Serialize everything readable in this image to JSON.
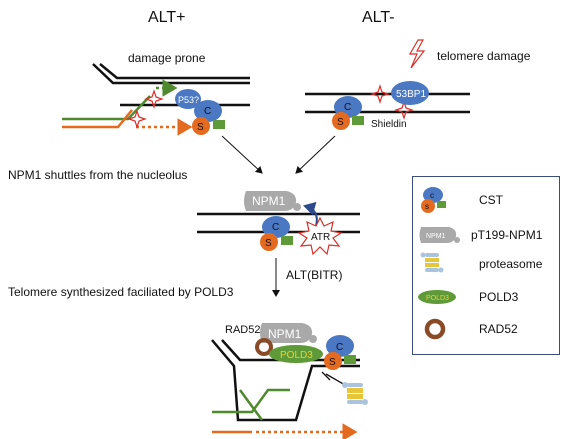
{
  "headers": {
    "alt_plus": "ALT+",
    "alt_minus": "ALT-"
  },
  "panel_labels": {
    "damage_prone": "damage prone",
    "telomere_damage": "telomere damage",
    "shuttles": "NPM1 shuttles from the nucleolus",
    "synthesized": "Telomere synthesized faciliated by POLD3",
    "alt_bitr": "ALT(BITR)"
  },
  "molecules": {
    "p53": "P53?",
    "bp1": "53BP1",
    "shieldin": "Shieldin",
    "npm1": "NPM1",
    "atr": "ATR",
    "rad52": "RAD52",
    "pold3": "POLD3",
    "c": "C",
    "s": "S",
    "legend_c": "c",
    "legend_s": "s",
    "legend_npm1": "NPM1",
    "legend_pold3": "POLD3"
  },
  "legend": [
    {
      "label": "CST",
      "icon": "cst-icon"
    },
    {
      "label": "pT199-NPM1",
      "icon": "npm1-icon"
    },
    {
      "label": "proteasome",
      "icon": "proteasome-icon"
    },
    {
      "label": "POLD3",
      "icon": "pold3-icon"
    },
    {
      "label": "RAD52",
      "icon": "rad52-icon"
    }
  ],
  "colors": {
    "blue": "#4a78c2",
    "orange": "#e46a1f",
    "green": "#4f8a2e",
    "gray": "#a9a9a9",
    "brown": "#8a4a26",
    "star": "#d9302c"
  }
}
